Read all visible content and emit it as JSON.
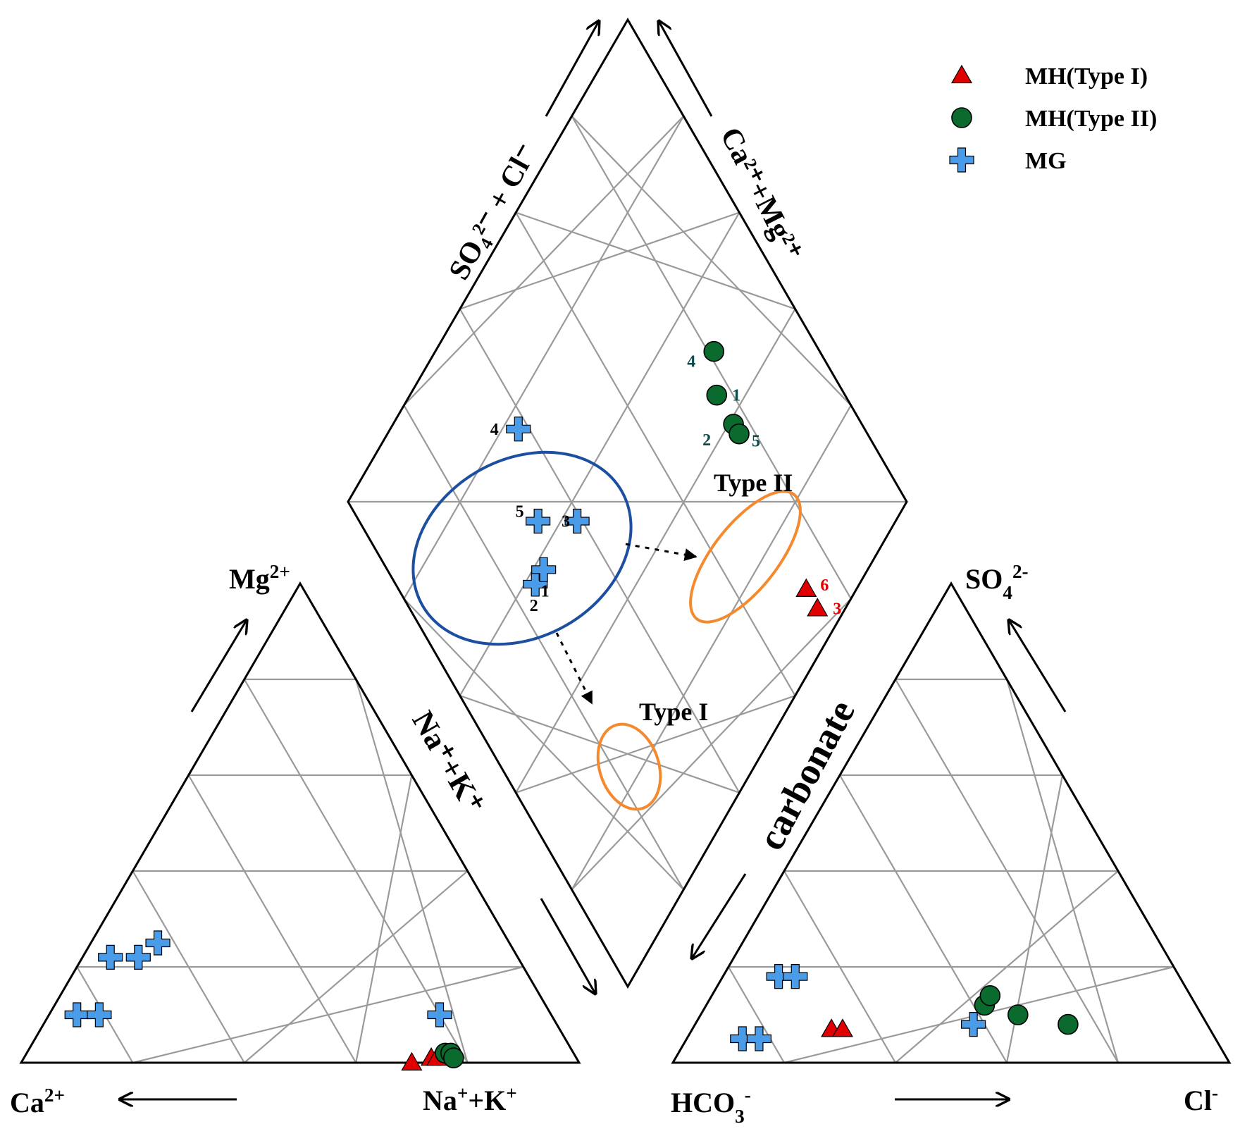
{
  "chart_data": {
    "type": "scatter",
    "subtype": "piper-trilinear",
    "title": "",
    "grid_divisions": 5,
    "colors": {
      "type1": "#e00000",
      "type2": "#0b6a2e",
      "mg": "#4a9be8",
      "ellipse_blue": "#1c4fa0",
      "ellipse_orange": "#f5892e",
      "grid": "#9a9a9a"
    },
    "legend": {
      "position": "top-right",
      "entries": [
        {
          "key": "type1",
          "label": "MH(Type I)",
          "marker": "triangle"
        },
        {
          "key": "type2",
          "label": "MH(Type II)",
          "marker": "circle"
        },
        {
          "key": "mg",
          "label": "MG",
          "marker": "plus"
        }
      ]
    },
    "cation_triangle": {
      "labels": {
        "top": "Mg",
        "top_sup": "2+",
        "left": "Ca",
        "left_sup": "2+",
        "right": "Na+K",
        "right_sup_a": "+",
        "right_sup_b": "+"
      },
      "series": [
        {
          "key": "mg",
          "points": [
            [
              0.05,
              0.1
            ],
            [
              0.09,
              0.1
            ],
            [
              0.05,
              0.22
            ],
            [
              0.1,
              0.22
            ],
            [
              0.12,
              0.25
            ],
            [
              0.7,
              0.1
            ]
          ]
        },
        {
          "key": "type1",
          "points": [
            [
              0.7,
              0.0
            ],
            [
              0.73,
              0.01
            ],
            [
              0.74,
              0.01
            ]
          ]
        },
        {
          "key": "type2",
          "points": [
            [
              0.75,
              0.02
            ],
            [
              0.76,
              0.02
            ],
            [
              0.77,
              0.01
            ]
          ]
        }
      ]
    },
    "anion_triangle": {
      "labels": {
        "top": "SO",
        "top_sub": "4",
        "top_sup": "2-",
        "left": "HCO",
        "left_sub": "3",
        "left_sup": "-",
        "right": "Cl",
        "right_sup": "-",
        "side": "carbonate"
      },
      "series": [
        {
          "key": "mg",
          "points": [
            [
              0.1,
              0.05
            ],
            [
              0.13,
              0.05
            ],
            [
              0.1,
              0.18
            ],
            [
              0.13,
              0.18
            ],
            [
              0.5,
              0.08
            ]
          ]
        },
        {
          "key": "type1",
          "points": [
            [
              0.25,
              0.07
            ],
            [
              0.27,
              0.07
            ]
          ]
        },
        {
          "key": "type2",
          "points": [
            [
              0.5,
              0.12
            ],
            [
              0.5,
              0.14
            ],
            [
              0.57,
              0.1
            ],
            [
              0.67,
              0.08
            ]
          ]
        }
      ]
    },
    "diamond": {
      "labels": {
        "left_axis": "SO₄²⁻ + Cl⁻",
        "right_axis": "Ca²⁺+Mg²⁺",
        "lower_axis": "Na⁺+K⁺"
      },
      "series": [
        {
          "key": "mg",
          "name_labels": [
            "4",
            "5",
            "2",
            "1",
            "3"
          ],
          "points": [
            [
              0.38,
              0.77
            ],
            [
              0.32,
              0.64
            ],
            [
              0.25,
              0.58
            ],
            [
              0.28,
              0.58
            ],
            [
              0.39,
              0.57
            ]
          ]
        },
        {
          "key": "type2",
          "name_labels": [
            "4",
            "1",
            "2",
            "5"
          ],
          "points": [
            [
              0.81,
              0.5
            ],
            [
              0.77,
              0.45
            ],
            [
              0.77,
              0.39
            ],
            [
              0.77,
              0.37
            ]
          ]
        },
        {
          "key": "type1",
          "name_labels": [
            "6",
            "3"
          ],
          "points": [
            [
              0.73,
              0.09
            ],
            [
              0.73,
              0.05
            ]
          ]
        }
      ],
      "groups": [
        {
          "name": "",
          "color": "ellipse_blue"
        },
        {
          "name": "Type II",
          "color": "ellipse_orange"
        },
        {
          "name": "Type I",
          "color": "ellipse_orange"
        }
      ]
    }
  }
}
